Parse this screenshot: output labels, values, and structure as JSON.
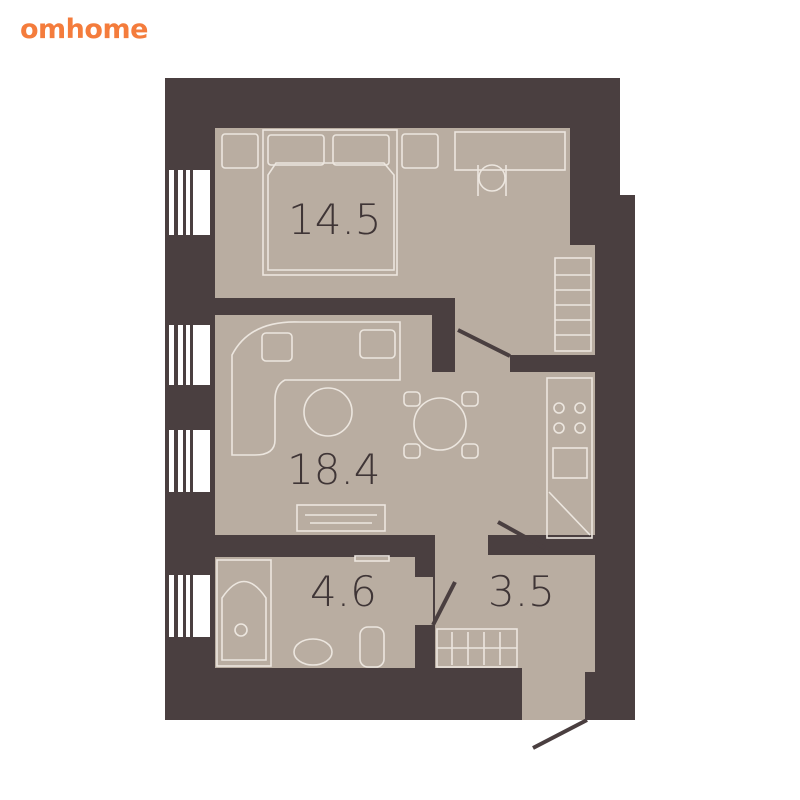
{
  "brand": {
    "logo": "omhome",
    "color": "#f47c3c"
  },
  "colors": {
    "wall": "#4a3f40",
    "floor": "#b9ada1",
    "furniture": "#ece6df"
  },
  "rooms": [
    {
      "name": "bedroom",
      "area": "14.5"
    },
    {
      "name": "living-kitchen",
      "area": "18.4"
    },
    {
      "name": "bathroom",
      "area": "4.6"
    },
    {
      "name": "hallway",
      "area": "3.5"
    }
  ]
}
